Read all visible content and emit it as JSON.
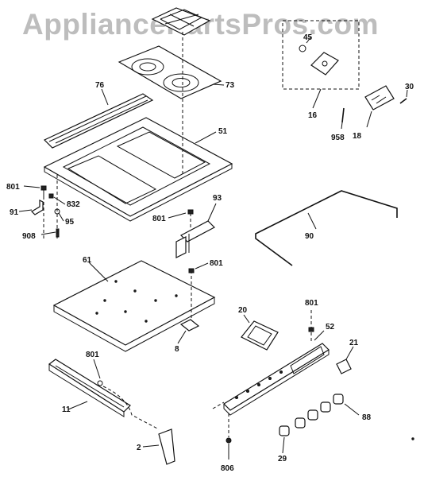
{
  "watermark": "AppliancePartsPros.com",
  "diagram": {
    "labels": {
      "p2": "2",
      "p8": "8",
      "p11": "11",
      "p16": "16",
      "p18": "18",
      "p20": "20",
      "p21": "21",
      "p29": "29",
      "p30": "30",
      "p45": "45",
      "p51": "51",
      "p52": "52",
      "p61": "61",
      "p73": "73",
      "p76": "76",
      "p88": "88",
      "p90": "90",
      "p91": "91",
      "p93": "93",
      "p95": "95",
      "p801a": "801",
      "p801b": "801",
      "p801c": "801",
      "p801d": "801",
      "p801e": "801",
      "p806": "806",
      "p832": "832",
      "p908": "908",
      "p958": "958"
    }
  }
}
